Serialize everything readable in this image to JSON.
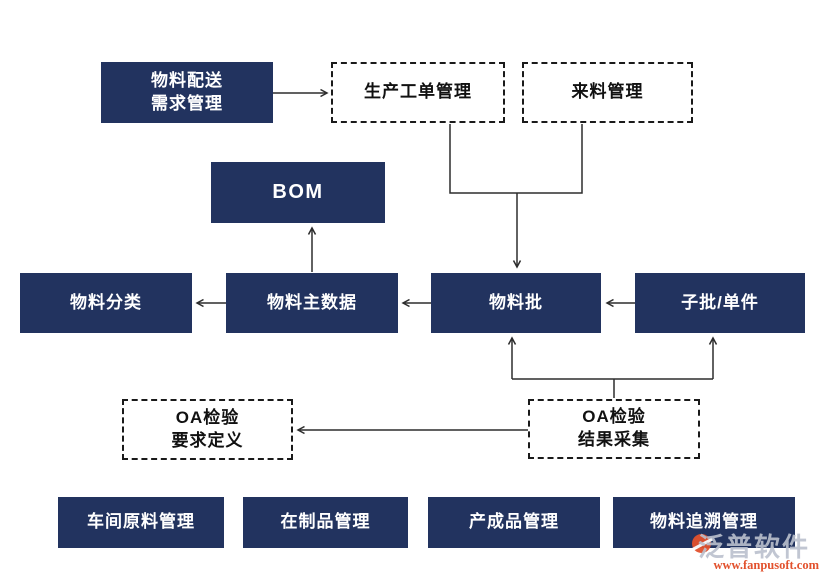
{
  "diagram": {
    "colors": {
      "background": "#ffffff",
      "box_fill": "#22335f",
      "box_text": "#ffffff",
      "dashed_border": "#1a1a1a",
      "dashed_text": "#111111",
      "arrow": "#2d2d2d",
      "watermark_orange": "#e2512d",
      "watermark_gray": "#bac0cd"
    },
    "nodes": [
      {
        "id": "distribution-demand",
        "style": "solid",
        "label": "物料配送\n需求管理"
      },
      {
        "id": "production-order",
        "style": "dashed",
        "label": "生产工单管理"
      },
      {
        "id": "incoming-material",
        "style": "dashed",
        "label": "来料管理"
      },
      {
        "id": "bom",
        "style": "solid",
        "label": "BOM"
      },
      {
        "id": "material-category",
        "style": "solid",
        "label": "物料分类"
      },
      {
        "id": "material-master",
        "style": "solid",
        "label": "物料主数据"
      },
      {
        "id": "material-batch",
        "style": "solid",
        "label": "物料批"
      },
      {
        "id": "sub-batch",
        "style": "solid",
        "label": "子批/单件"
      },
      {
        "id": "qa-requirement",
        "style": "dashed",
        "label": "OA检验\n要求定义"
      },
      {
        "id": "qa-collection",
        "style": "dashed",
        "label": "OA检验\n结果采集"
      },
      {
        "id": "workshop-raw",
        "style": "solid",
        "label": "车间原料管理"
      },
      {
        "id": "wip",
        "style": "solid",
        "label": "在制品管理"
      },
      {
        "id": "finished-goods",
        "style": "solid",
        "label": "产成品管理"
      },
      {
        "id": "traceability",
        "style": "solid",
        "label": "物料追溯管理"
      }
    ],
    "edges": [
      {
        "from": "distribution-demand",
        "to": "production-order"
      },
      {
        "from": "production-order",
        "to": "material-batch"
      },
      {
        "from": "incoming-material",
        "to": "material-batch"
      },
      {
        "from": "material-master",
        "to": "bom"
      },
      {
        "from": "material-master",
        "to": "material-category"
      },
      {
        "from": "material-batch",
        "to": "material-master"
      },
      {
        "from": "sub-batch",
        "to": "material-batch"
      },
      {
        "from": "qa-collection",
        "to": "material-batch"
      },
      {
        "from": "qa-collection",
        "to": "sub-batch"
      },
      {
        "from": "qa-collection",
        "to": "qa-requirement"
      }
    ],
    "watermark": {
      "logo": "泛普软件",
      "url": "www.fanpusoft.com"
    }
  }
}
